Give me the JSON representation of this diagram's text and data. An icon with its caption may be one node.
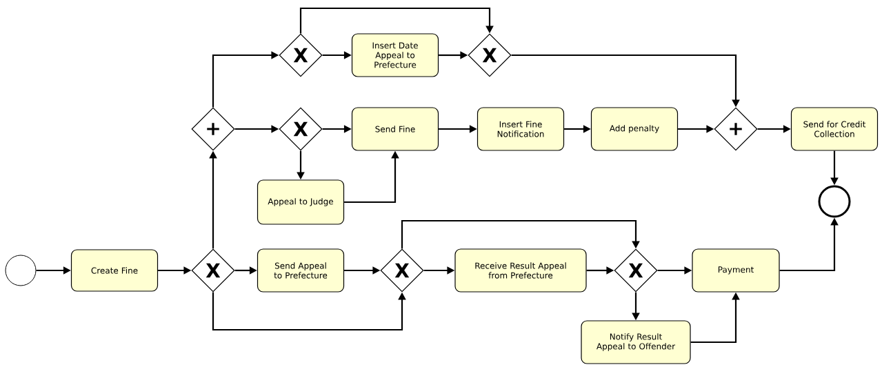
{
  "diagram": {
    "nodes": [
      {
        "text": [],
        "shape": "circle"
      },
      {
        "text": [
          "Create Fine"
        ]
      },
      {
        "text": [
          "X"
        ]
      },
      {
        "text": [
          "+"
        ]
      },
      {
        "text": [
          "X"
        ]
      },
      {
        "text": [
          "Insert Date Appeal to Prefecture"
        ]
      },
      {
        "text": [
          "X"
        ]
      },
      {
        "text": [
          "X"
        ]
      },
      {
        "text": [
          "Send Fine"
        ]
      },
      {
        "text": [
          "Insert Fine Notification"
        ]
      },
      {
        "text": [
          "Add penalty"
        ]
      },
      {
        "text": [
          "+"
        ]
      },
      {
        "text": [
          "Send for Credit Collection"
        ]
      },
      {
        "text": [
          "Appeal to Judge"
        ]
      },
      {
        "text": [],
        "shape": "circle"
      },
      {
        "text": [
          "Send Appeal to Prefecture"
        ]
      },
      {
        "text": [
          "X"
        ]
      },
      {
        "text": [
          "Receive Result Appeal from Prefecture"
        ]
      },
      {
        "text": [
          "X"
        ]
      },
      {
        "text": [
          "Payment"
        ]
      },
      {
        "text": [
          "Notify Result Appeal to Offender"
        ]
      }
    ],
    "edges": [
      {
        "from": 0,
        "to": 1,
        "arrow": "to"
      },
      {
        "from": 1,
        "to": 2,
        "arrow": "to"
      },
      {
        "from": 2,
        "to": 3,
        "arrow": "to"
      },
      {
        "from": 2,
        "to": 15,
        "arrow": "to"
      },
      {
        "from": 2,
        "to": 16,
        "arrow": "to"
      },
      {
        "from": 3,
        "to": 4,
        "arrow": "to"
      },
      {
        "from": 3,
        "to": 7,
        "arrow": "to"
      },
      {
        "from": 4,
        "to": 5,
        "arrow": "to"
      },
      {
        "from": 4,
        "to": 6,
        "arrow": "to"
      },
      {
        "from": 5,
        "to": 6,
        "arrow": "to"
      },
      {
        "from": 6,
        "to": 11,
        "arrow": "to"
      },
      {
        "from": 7,
        "to": 8,
        "arrow": "to"
      },
      {
        "from": 7,
        "to": 13,
        "arrow": "to"
      },
      {
        "from": 13,
        "to": 8,
        "arrow": "to"
      },
      {
        "from": 8,
        "to": 9,
        "arrow": "to"
      },
      {
        "from": 9,
        "to": 10,
        "arrow": "to"
      },
      {
        "from": 10,
        "to": 11,
        "arrow": "to"
      },
      {
        "from": 11,
        "to": 12,
        "arrow": "to"
      },
      {
        "from": 12,
        "to": 14,
        "arrow": "to"
      },
      {
        "from": 15,
        "to": 16,
        "arrow": "to"
      },
      {
        "from": 16,
        "to": 17,
        "arrow": "to"
      },
      {
        "from": 16,
        "to": 18,
        "arrow": "to"
      },
      {
        "from": 17,
        "to": 18,
        "arrow": "to"
      },
      {
        "from": 18,
        "to": 19,
        "arrow": "to"
      },
      {
        "from": 18,
        "to": 20,
        "arrow": "to"
      },
      {
        "from": 20,
        "to": 19,
        "arrow": "to"
      },
      {
        "from": 19,
        "to": 14,
        "arrow": "to"
      }
    ]
  }
}
